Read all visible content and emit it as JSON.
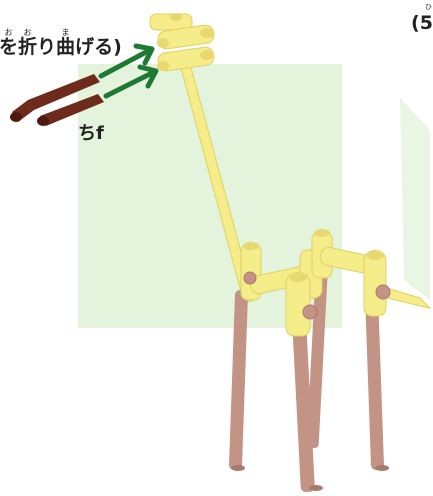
{
  "labels": {
    "bend_prefix_ruby": "お",
    "bend_prefix": "を",
    "bend_ori_ruby": "お",
    "bend_ori": "折",
    "bend_ri": "り",
    "bend_ma_ruby": "ま",
    "bend_ma": "曲",
    "bend_suffix": "げる)",
    "part_name": "ちf",
    "corner_paren": "(",
    "corner_char": "5",
    "corner_ruby": "ひ"
  },
  "colors": {
    "tube_yellow": "#f5ec8a",
    "tube_yellow_dark": "#e2d060",
    "leg_brown": "#c39485",
    "leg_brown_dark": "#a77a6c",
    "bent_piece": "#6e2a1a",
    "arrow_green": "#1e7a32",
    "background_panel": "#e3f3dc"
  }
}
